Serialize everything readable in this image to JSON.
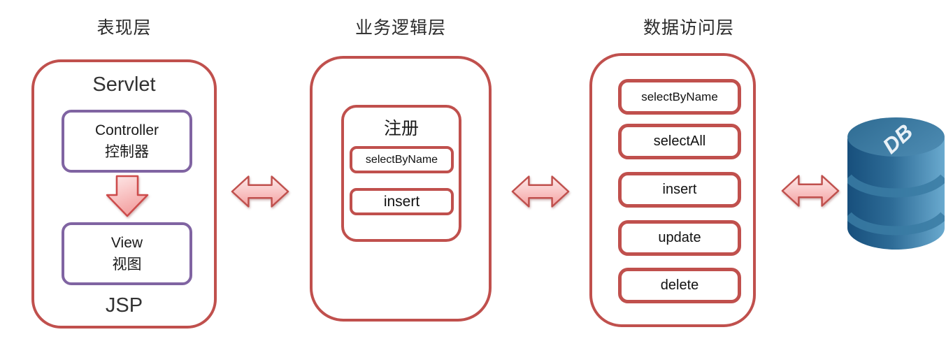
{
  "presentation": {
    "title": "表现层",
    "top_label": "Servlet",
    "controller": {
      "line1": "Controller",
      "line2": "控制器"
    },
    "view": {
      "line1": "View",
      "line2": "视图"
    },
    "bottom_label": "JSP"
  },
  "business": {
    "title": "业务逻辑层",
    "group_label": "注册",
    "methods": [
      "selectByName",
      "insert"
    ]
  },
  "data_access": {
    "title": "数据访问层",
    "methods": [
      "selectByName",
      "selectAll",
      "insert",
      "update",
      "delete"
    ]
  },
  "database": {
    "label": "DB"
  },
  "colors": {
    "frame_red": "#c0504d",
    "accent_purple": "#8064a2",
    "arrow_pink_light": "#fdeaea",
    "arrow_pink_dark": "#f3a1a1",
    "db_blue_dark": "#174f7c",
    "db_blue_light": "#6aaacf",
    "text_dark": "#262626"
  }
}
